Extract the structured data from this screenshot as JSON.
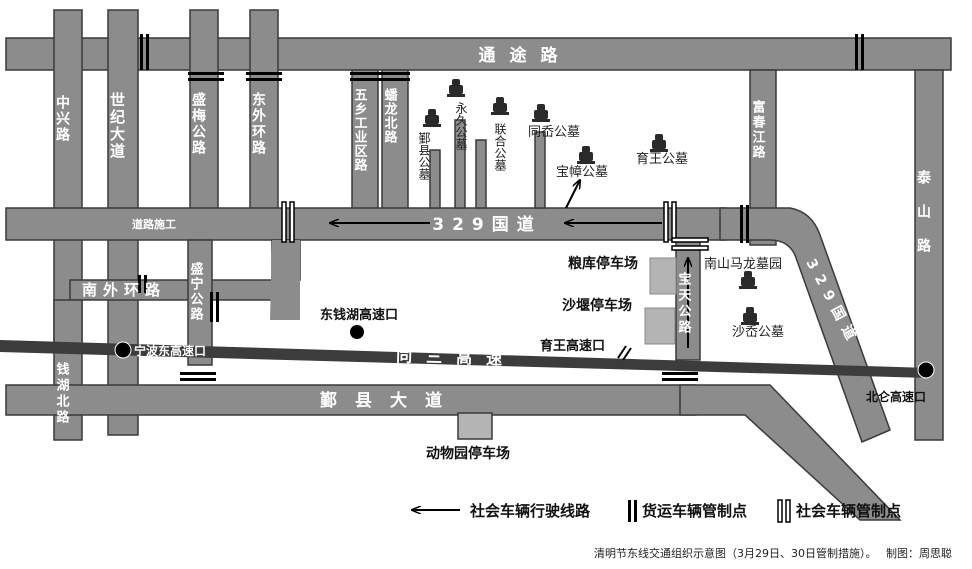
{
  "roads": {
    "tongtu": "通途路",
    "zhongxing": "中兴路",
    "shiji": "世纪大道",
    "shengmei": "盛梅公路",
    "dongwai": "东外环路",
    "wuxiang": "五乡工业区路",
    "panlong": "蟠龙北路",
    "fuchun": "富春江路",
    "taishan": "泰山路",
    "guodao": "329国道",
    "nanwai": "南外环路",
    "shengning": "盛宁公路",
    "baotian": "宝天公路",
    "qianhu": "钱湖北路",
    "yinxian": "鄞县大道",
    "tongsan": "同三高速",
    "construction": "道路施工"
  },
  "places": {
    "yongjiu": "永久公墓",
    "yinxian_cem": "鄞县公墓",
    "lianhe": "联合公墓",
    "tongao": "同岙公墓",
    "baozhang": "宝幛公墓",
    "yuwang": "育王公墓",
    "nanshan": "南山马龙墓园",
    "shaao": "沙岙公墓",
    "liangku": "粮库停车场",
    "shayan": "沙堰停车场",
    "zoo": "动物园停车场",
    "qianhu_exit": "东钱湖高速口",
    "ningbo_exit": "宁波东高速口",
    "yuwang_exit": "育王高速口",
    "beilun_exit": "北仑高速口"
  },
  "legend": {
    "route": "社会车辆行驶线路",
    "freight": "货运车辆管制点",
    "social": "社会车辆管制点"
  },
  "caption": {
    "title": "清明节东线交通组织示意图（3月29日、30日管制措施）。",
    "credit": "制图：周思聪"
  },
  "colors": {
    "road": "#8c8c8c",
    "road_edge": "#3a3a3a",
    "expressway": "#3c3c3c",
    "parking": "#b4b4b4",
    "control": "#000000"
  }
}
